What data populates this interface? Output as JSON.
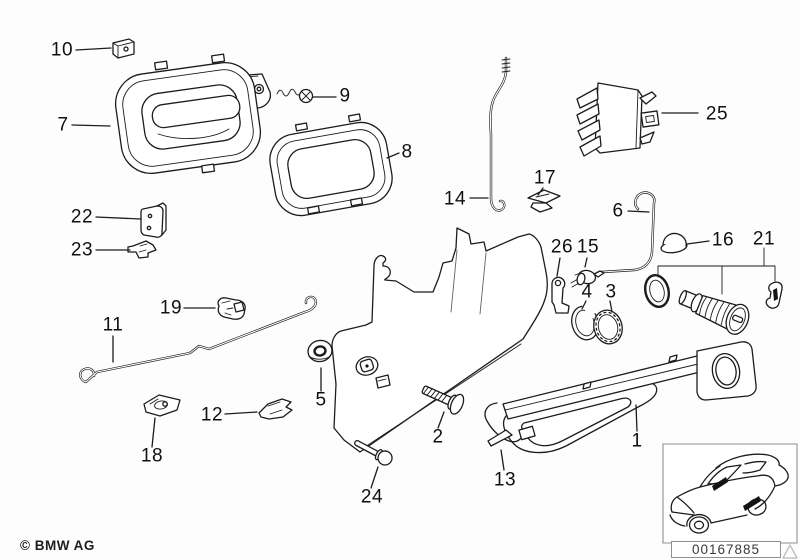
{
  "diagram": {
    "copyright": "© BMW AG",
    "reference_number": "00167885",
    "callouts": {
      "c1": "1",
      "c2": "2",
      "c3": "3",
      "c4": "4",
      "c5": "5",
      "c6": "6",
      "c7": "7",
      "c8": "8",
      "c9": "9",
      "c10": "10",
      "c11": "11",
      "c12": "12",
      "c13": "13",
      "c14": "14",
      "c15": "15",
      "c16": "16",
      "c17": "17",
      "c18": "18",
      "c19": "19",
      "c21": "21",
      "c22": "22",
      "c23": "23",
      "c24": "24",
      "c25": "25",
      "c26": "26"
    }
  }
}
